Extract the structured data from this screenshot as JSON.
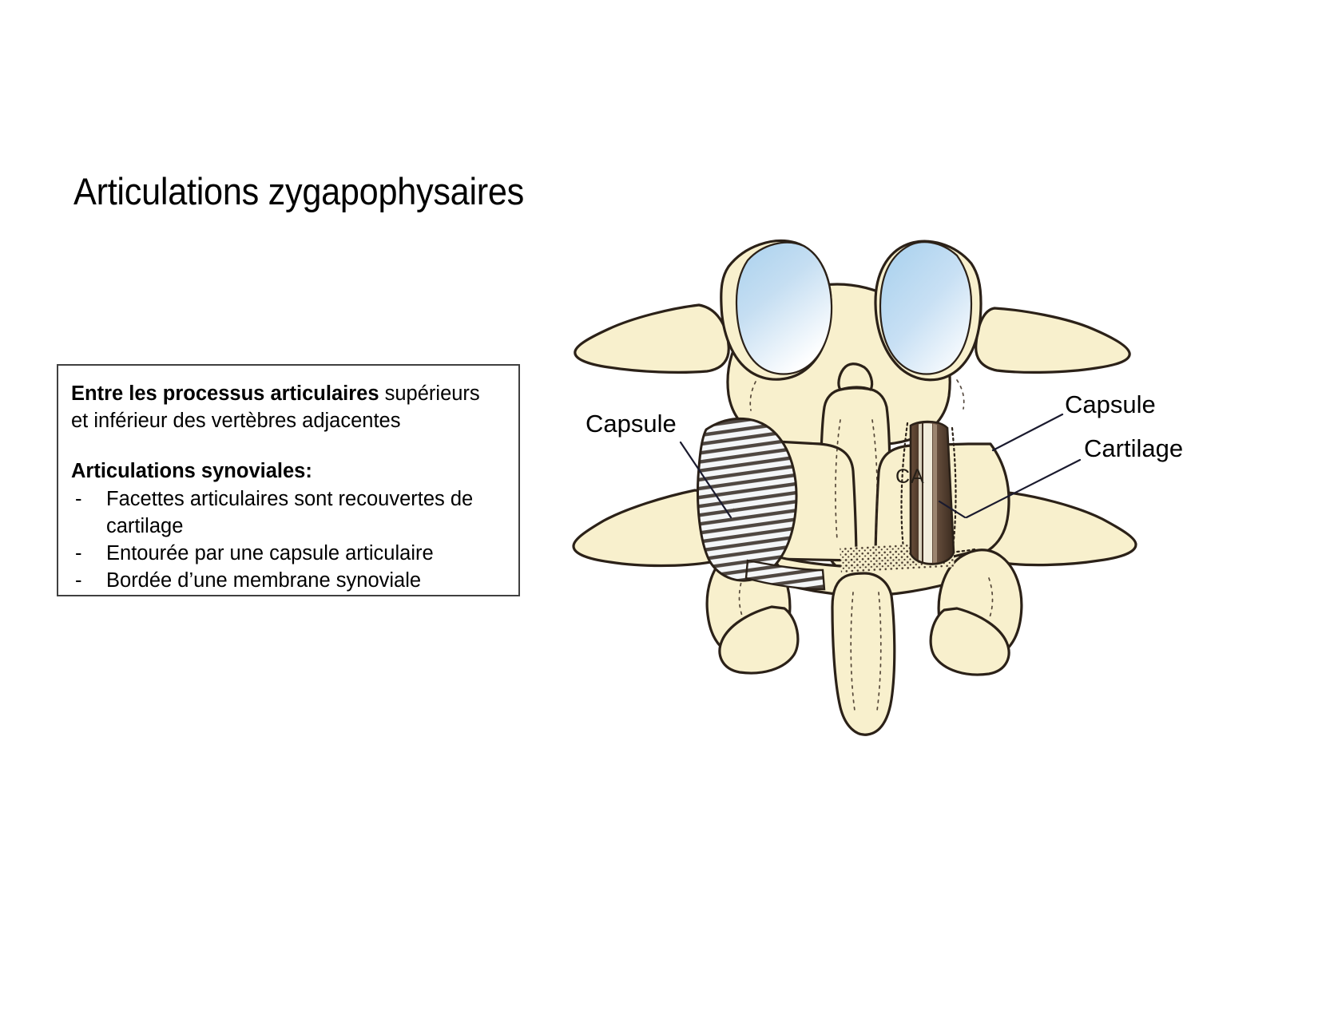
{
  "slide": {
    "title": "Articulations zygapophysaires",
    "background_color": "#ffffff"
  },
  "info_box": {
    "border_color": "#404040",
    "paragraph_bold": "Entre les processus articulaires",
    "paragraph_rest": " supérieurs et inférieur des vertèbres adjacentes",
    "section_heading": "Articulations synoviales:",
    "bullet_marker": "-",
    "bullets": [
      "Facettes articulaires sont recouvertes de cartilage",
      "Entourée par une capsule articulaire",
      "Bordée d’une membrane synoviale"
    ]
  },
  "figure": {
    "description": "Posterior view of two adjacent vertebrae showing the zygapophyseal (facet) joints",
    "bone_color": "#f8f0cd",
    "bone_outline_color": "#2b2118",
    "cartilage_blue": "#bddcf2",
    "cartilage_dark": "#4a352a",
    "labels": {
      "capsule_left": "Capsule",
      "capsule_right": "Capsule",
      "cartilage_right": "Cartilage",
      "ca_abbrev": "CA"
    }
  }
}
